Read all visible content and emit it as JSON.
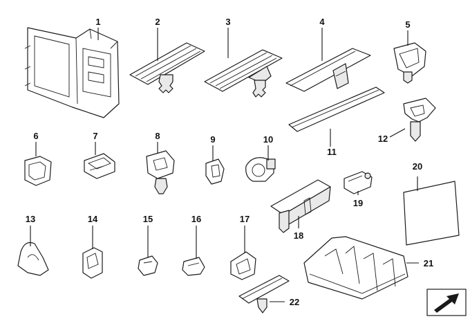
{
  "diagram": {
    "callouts": [
      "1",
      "2",
      "3",
      "4",
      "5",
      "6",
      "7",
      "8",
      "9",
      "10",
      "11",
      "12",
      "13",
      "14",
      "15",
      "16",
      "17",
      "18",
      "19",
      "20",
      "21",
      "22"
    ]
  },
  "colors": {
    "line": "#1a1a1a",
    "background": "#ffffff",
    "shade": "#e9e9e9"
  },
  "corner_icon": "arrow-icon"
}
